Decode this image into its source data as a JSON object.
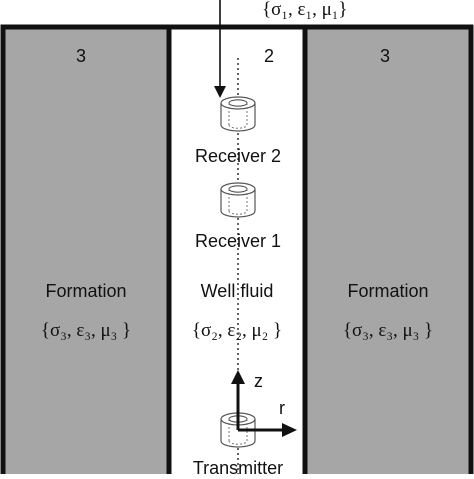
{
  "regions": {
    "left": {
      "number": "3",
      "name": "Formation",
      "params": "{σ₃, ε₃, μ₃ }"
    },
    "center": {
      "number": "2",
      "name": "Well fluid",
      "params": "{σ₂, ε₂, μ₂ }"
    },
    "right": {
      "number": "3",
      "name": "Formation",
      "params": "{σ₃, ε₃, μ₃ }"
    }
  },
  "top_params": "{σ₁, ε₁, μ₁}",
  "coils": {
    "receiver2": "Receiver 2",
    "receiver1": "Receiver 1",
    "transmitter": "Transmitter"
  },
  "axes": {
    "z": "z",
    "r": "r"
  },
  "colors": {
    "formation": "#a6a6a6",
    "well_fluid": "#ffffff",
    "outline": "#111111"
  }
}
